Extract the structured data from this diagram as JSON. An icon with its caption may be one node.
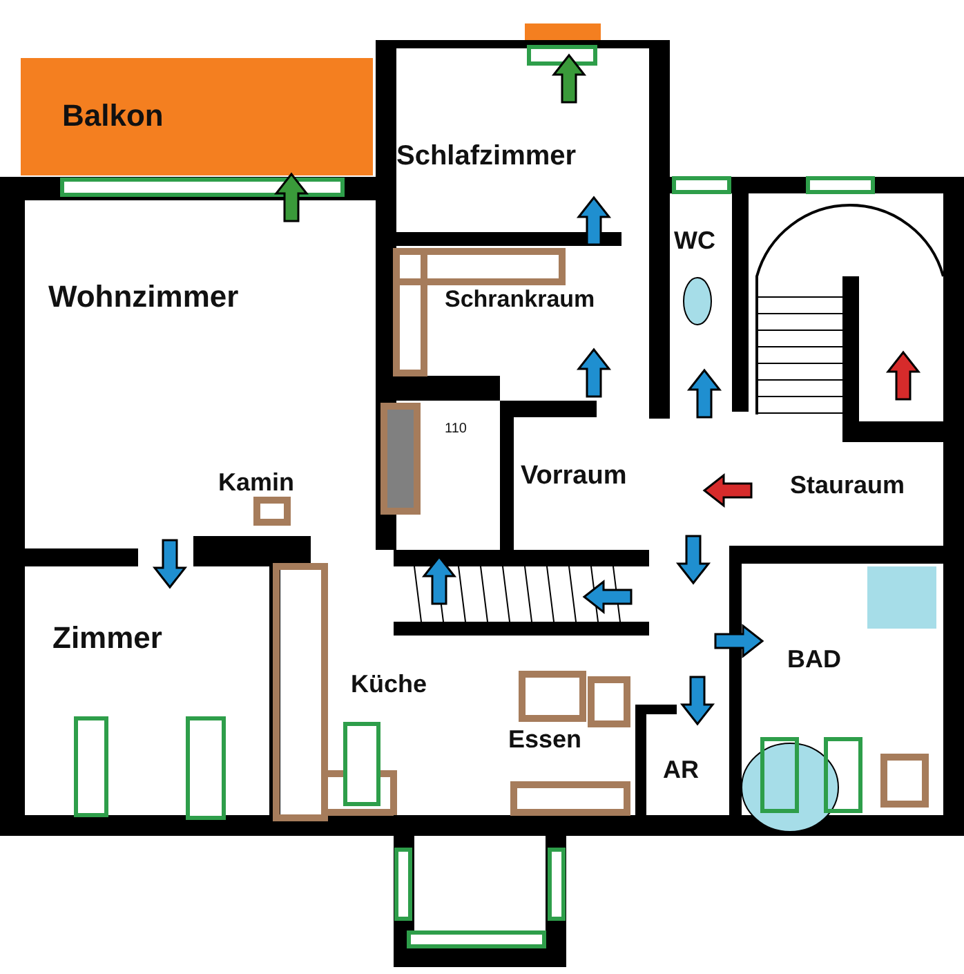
{
  "diagram": {
    "labels": [
      "Balkon",
      "Schlafzimmer",
      "Wohnzimmer",
      "WC",
      "Schrankraum",
      "110",
      "Vorraum",
      "Kamin",
      "Stauraum",
      "Zimmer",
      "BAD",
      "Küche",
      "Essen",
      "AR"
    ]
  }
}
